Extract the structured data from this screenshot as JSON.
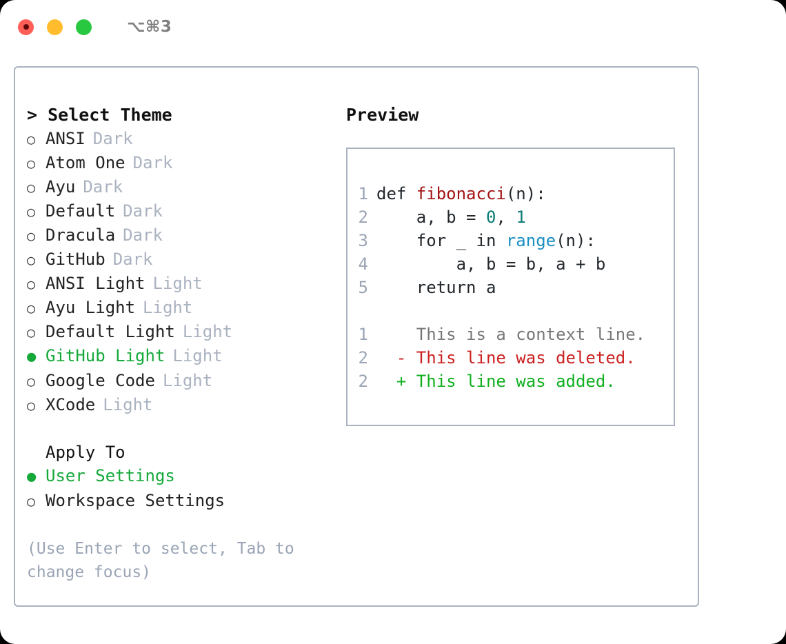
{
  "titlebar": {
    "shortcut": "⌥⌘3",
    "buttons": {
      "close": "close",
      "minimize": "minimize",
      "maximize": "maximize"
    }
  },
  "theme_selector": {
    "header": "> Select Theme",
    "options": [
      {
        "bullet": "○",
        "label": "ANSI",
        "tag": "Dark",
        "selected": false
      },
      {
        "bullet": "○",
        "label": "Atom One",
        "tag": "Dark",
        "selected": false
      },
      {
        "bullet": "○",
        "label": "Ayu",
        "tag": "Dark",
        "selected": false
      },
      {
        "bullet": "○",
        "label": "Default",
        "tag": "Dark",
        "selected": false
      },
      {
        "bullet": "○",
        "label": "Dracula",
        "tag": "Dark",
        "selected": false
      },
      {
        "bullet": "○",
        "label": "GitHub",
        "tag": "Dark",
        "selected": false
      },
      {
        "bullet": "○",
        "label": "ANSI Light",
        "tag": "Light",
        "selected": false
      },
      {
        "bullet": "○",
        "label": "Ayu Light",
        "tag": "Light",
        "selected": false
      },
      {
        "bullet": "○",
        "label": "Default Light",
        "tag": "Light",
        "selected": false
      },
      {
        "bullet": "●",
        "label": "GitHub Light",
        "tag": "Light",
        "selected": true
      },
      {
        "bullet": "○",
        "label": "Google Code",
        "tag": "Light",
        "selected": false
      },
      {
        "bullet": "○",
        "label": "XCode",
        "tag": "Light",
        "selected": false
      }
    ]
  },
  "apply_to": {
    "title": "Apply To",
    "options": [
      {
        "bullet": "●",
        "label": "User Settings",
        "selected": true
      },
      {
        "bullet": "○",
        "label": "Workspace Settings",
        "selected": false
      }
    ]
  },
  "hint": "(Use Enter to select, Tab to change focus)",
  "preview": {
    "title": "Preview",
    "code_lines": [
      {
        "num": "1",
        "tokens": [
          {
            "t": "def ",
            "c": "plain"
          },
          {
            "t": "fibonacci",
            "c": "fn"
          },
          {
            "t": "(n):",
            "c": "plain"
          }
        ]
      },
      {
        "num": "2",
        "tokens": [
          {
            "t": "    a, b = ",
            "c": "plain"
          },
          {
            "t": "0",
            "c": "num"
          },
          {
            "t": ", ",
            "c": "plain"
          },
          {
            "t": "1",
            "c": "num"
          }
        ]
      },
      {
        "num": "3",
        "tokens": [
          {
            "t": "    for _ in ",
            "c": "plain"
          },
          {
            "t": "range",
            "c": "bi"
          },
          {
            "t": "(n):",
            "c": "plain"
          }
        ]
      },
      {
        "num": "4",
        "tokens": [
          {
            "t": "        a, b = b, a + b",
            "c": "plain"
          }
        ]
      },
      {
        "num": "5",
        "tokens": [
          {
            "t": "    return a",
            "c": "plain"
          }
        ]
      }
    ],
    "diff_lines": [
      {
        "num": "1",
        "marker": "  ",
        "text": "This is a context line.",
        "kind": "ctx"
      },
      {
        "num": "2",
        "marker": "- ",
        "text": "This line was deleted.",
        "kind": "del"
      },
      {
        "num": "2",
        "marker": "+ ",
        "text": "This line was added.",
        "kind": "add"
      }
    ]
  },
  "colors": {
    "accent_green": "#15a93a",
    "border": "#aab2c0",
    "muted": "#9aa4b4",
    "tag": "#aab2c0",
    "fn": "#a31515",
    "number": "#0b7c74",
    "builtin": "#1a8fc4",
    "diff_add": "#10b020",
    "diff_del": "#cc2222",
    "diff_ctx": "#777777"
  }
}
